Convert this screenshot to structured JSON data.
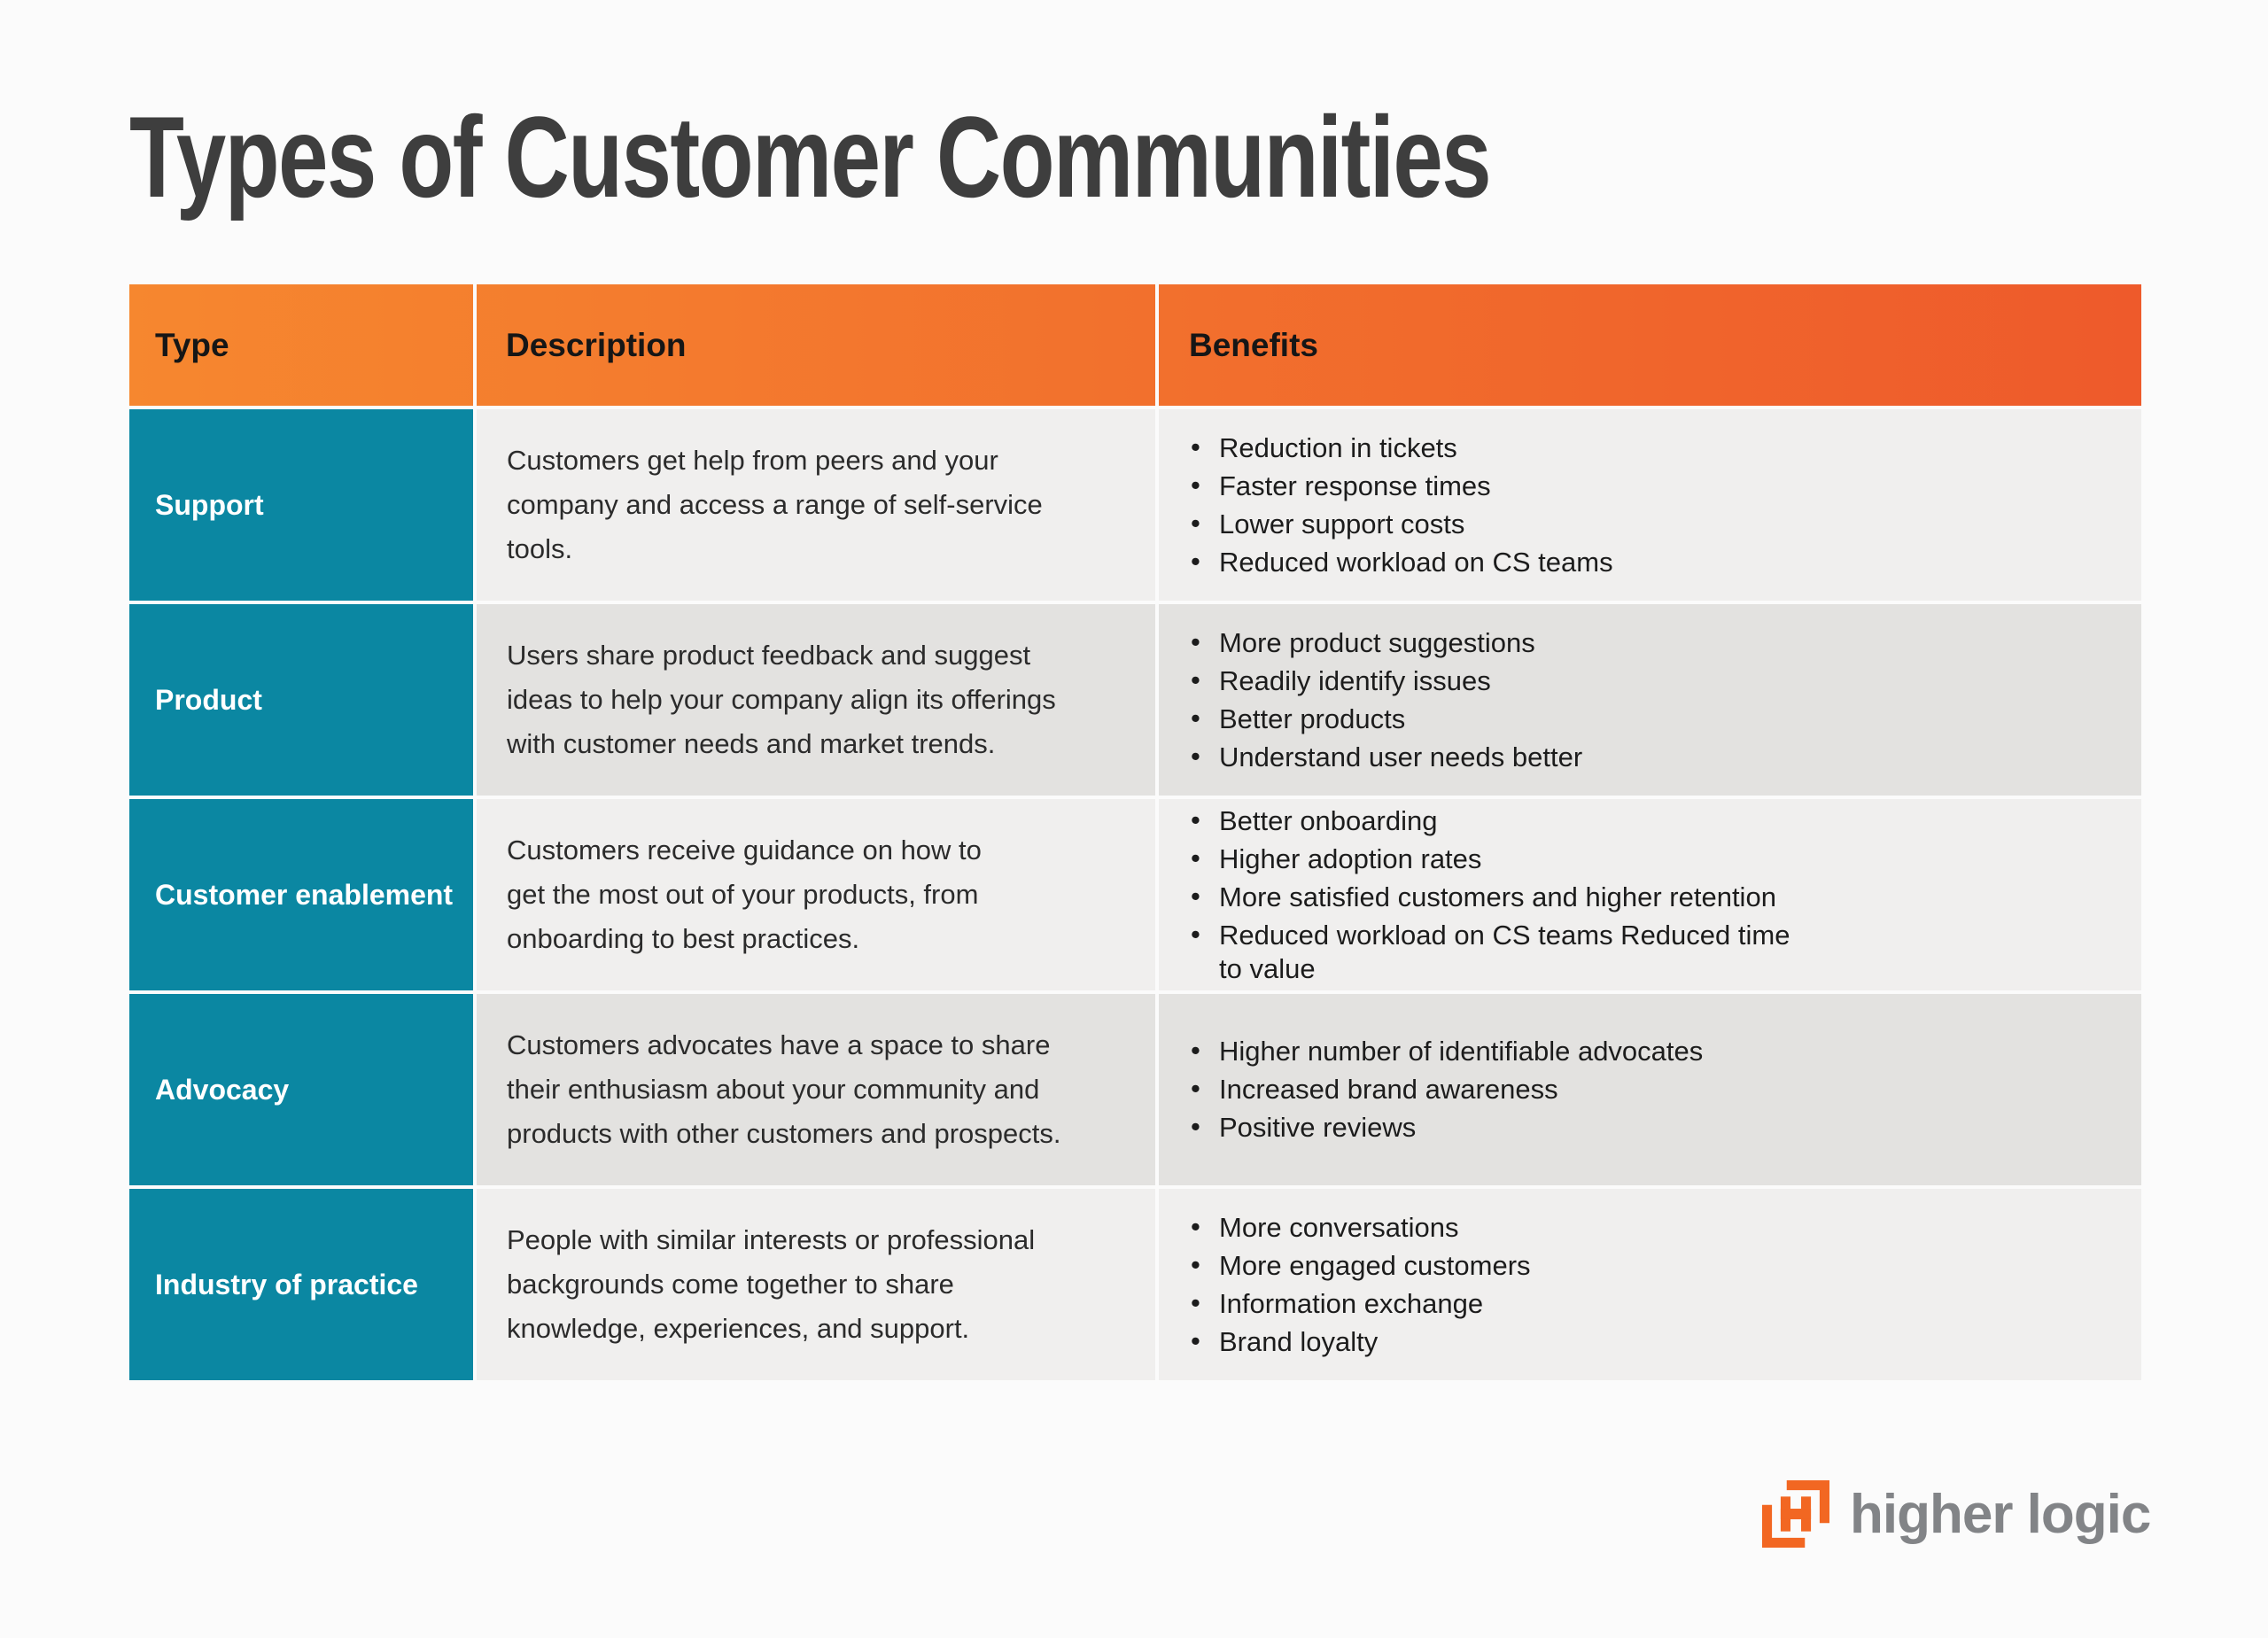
{
  "page": {
    "title": "Types of Customer Communities",
    "background_color": "#fbfbfb",
    "title_color": "#3e3e3e"
  },
  "table": {
    "header": {
      "columns": [
        "Type",
        "Description",
        "Benefits"
      ],
      "gradient": [
        "#f6872f",
        "#ee5a2b"
      ],
      "text_color": "#161616"
    },
    "type_column_color": "#0b87a2",
    "row_background_colors": [
      "#f0efee",
      "#e3e2e0"
    ],
    "rows": [
      {
        "type": "Support",
        "description": "Customers get help from peers and your\ncompany and access a range of self-service\ntools.",
        "benefits": [
          "Reduction in tickets",
          "Faster response times",
          "Lower support costs",
          "Reduced workload on CS teams"
        ]
      },
      {
        "type": "Product",
        "description": "Users share product feedback and suggest\nideas to help your company align its offerings\nwith customer needs and market trends.",
        "benefits": [
          "More product suggestions",
          "Readily identify issues",
          "Better products",
          "Understand user needs better"
        ]
      },
      {
        "type": "Customer enablement",
        "description": "Customers receive guidance on how to\nget the most out of your products, from\nonboarding to best practices.",
        "benefits": [
          "Better onboarding",
          "Higher adoption rates",
          "More satisfied customers and higher retention",
          "Reduced workload on CS teams Reduced time\nto value"
        ]
      },
      {
        "type": "Advocacy",
        "description": "Customers advocates have a space to share\ntheir enthusiasm about your community and\nproducts with other customers and prospects.",
        "benefits": [
          "Higher number of identifiable advocates",
          "Increased brand awareness",
          "Positive reviews"
        ]
      },
      {
        "type": "Industry of practice",
        "description": "People with similar interests or professional\nbackgrounds come together to share\nknowledge, experiences, and support.",
        "benefits": [
          "More conversations",
          "More engaged customers",
          "Information exchange",
          "Brand loyalty"
        ]
      }
    ]
  },
  "footer": {
    "logo_text": "higher logic",
    "logo_orange": "#f26722",
    "logo_gray": "#828487"
  }
}
